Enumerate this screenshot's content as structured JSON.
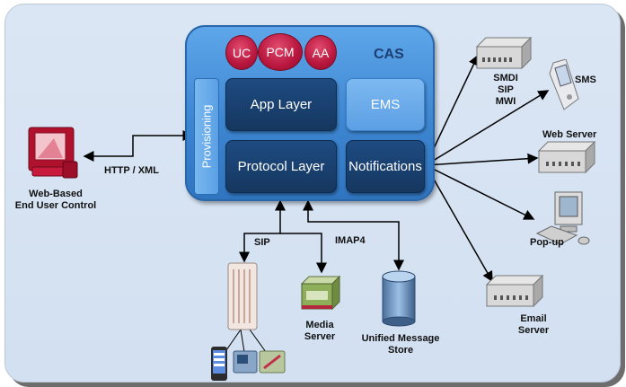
{
  "cas": {
    "title": "CAS",
    "modules": [
      "UC",
      "PCM",
      "AA"
    ],
    "provisioning": "Provisioning",
    "app_layer": "App Layer",
    "ems": "EMS",
    "protocol_layer": "Protocol Layer",
    "notifications": "Notifications"
  },
  "left": {
    "web_user": [
      "Web-Based",
      "End User Control"
    ],
    "link_label": "HTTP / XML"
  },
  "bottom": {
    "sip_label": "SIP",
    "imap4_label": "IMAP4",
    "media_server": [
      "Media",
      "Server"
    ],
    "message_store": [
      "Unified Message",
      "Store"
    ]
  },
  "right": {
    "smdi": [
      "SMDI",
      "SIP",
      "MWI"
    ],
    "sms": "SMS",
    "web_server": "Web Server",
    "popup": "Pop-up",
    "email_server": [
      "Email",
      "Server"
    ]
  }
}
